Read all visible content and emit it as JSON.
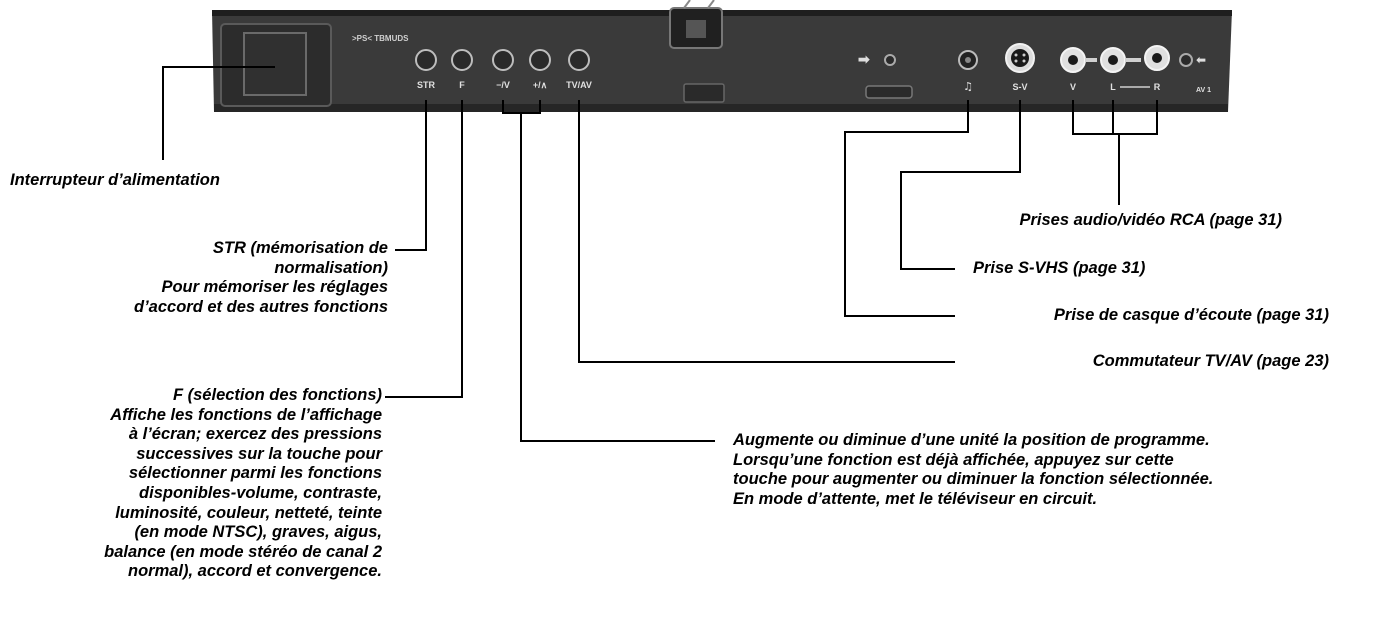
{
  "panel": {
    "header_small": ">PS<   TBMUDS",
    "buttons": [
      "STR",
      "F",
      "−/V",
      "+/∧",
      "TV/AV"
    ],
    "jacks": [
      "S-V",
      "V",
      "L",
      "R"
    ],
    "jack_extra": "AV 1"
  },
  "labels": {
    "power": [
      "Interrupteur d’alimentation"
    ],
    "str": [
      "STR (mémorisation de",
      "normalisation)",
      "Pour mémoriser les réglages",
      "d’accord et des autres fonctions"
    ],
    "f": [
      "F (sélection des fonctions)",
      "Affiche les fonctions de l’affichage",
      "à l’écran; exercez des pressions",
      "successives sur la touche pour",
      "sélectionner parmi les fonctions",
      "disponibles-volume, contraste,",
      "luminosité, couleur, netteté, teinte",
      "(en mode NTSC), graves, aigus,",
      "balance (en mode stéréo de canal 2",
      "normal), accord et convergence."
    ],
    "updown": [
      "Augmente ou diminue d’une unité la position de programme.",
      "Lorsqu’une fonction est déjà affichée, appuyez sur cette",
      "touche pour augmenter ou diminuer la fonction sélectionnée.",
      "En mode d’attente, met le téléviseur en circuit."
    ],
    "tvav": [
      "Commutateur TV/AV (page 23)"
    ],
    "headphone": [
      "Prise de casque d’écoute (page 31)"
    ],
    "svhs": [
      "Prise S-VHS (page 31)"
    ],
    "rca": [
      "Prises audio/vidéo RCA (page 31)"
    ]
  }
}
